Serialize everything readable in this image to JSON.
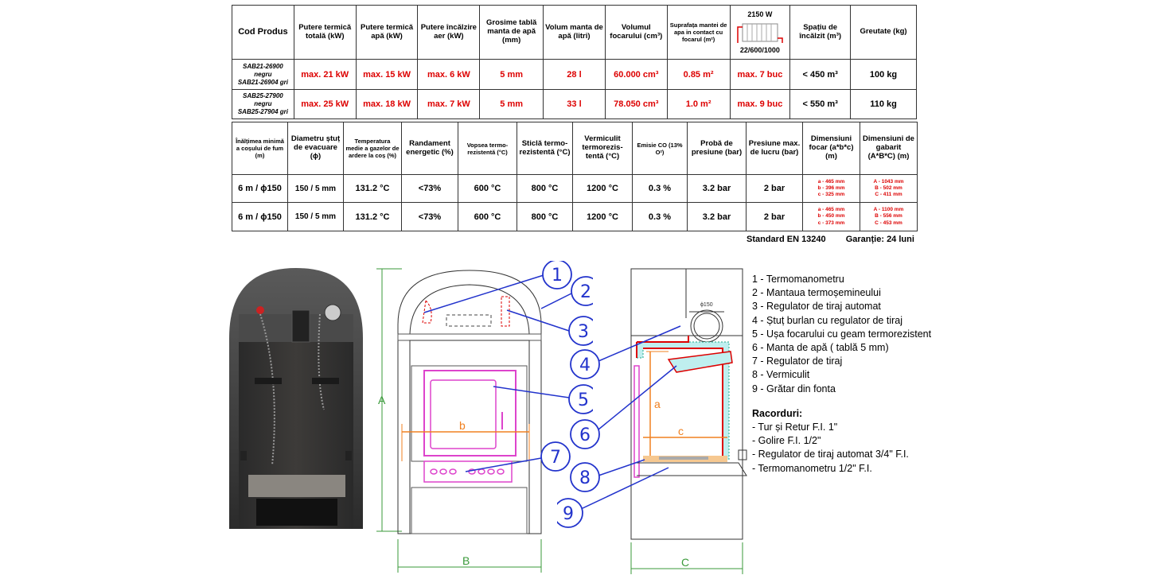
{
  "table1": {
    "headers": [
      "Cod Produs",
      "Putere termică totală (kW)",
      "Putere termică apă (kW)",
      "Putere încălzire aer (kW)",
      "Grosime tablă manta de apă (mm)",
      "Volum manta de apă (litri)",
      "Volumul focarului (cm³)",
      "Suprafața mantei de apa in contact cu focarul (m²)",
      "2150 W",
      "22/600/1000",
      "Spațiu de încălzit (m³)",
      "Greutate (kg)"
    ],
    "rows": [
      {
        "code1": "SAB21-26900 negru",
        "code2": "SAB21-26904 gri",
        "values": [
          "max. 21 kW",
          "max. 15 kW",
          "max. 6 kW",
          "5 mm",
          "28 l",
          "60.000 cm³",
          "0.85 m²",
          "max. 7 buc",
          "< 450 m³",
          "100 kg"
        ]
      },
      {
        "code1": "SAB25-27900 negru",
        "code2": "SAB25-27904 gri",
        "values": [
          "max. 25 kW",
          "max. 18 kW",
          "max. 7 kW",
          "5 mm",
          "33 l",
          "78.050 cm³",
          "1.0 m²",
          "max. 9 buc",
          "< 550 m³",
          "110 kg"
        ]
      }
    ]
  },
  "table2": {
    "headers": [
      "Înălțimea minimă a coșului de fum (m)",
      "Diametru ștuț de evacuare (ϕ)",
      "Temperatura medie a gazelor de ardere la coș (%)",
      "Randament energetic (%)",
      "Vopsea termo-rezistentă (°C)",
      "Sticlă termo-rezistentă (°C)",
      "Vermiculit termorezis-tentă (°C)",
      "Emisie CO (13% O²)",
      "Probă de presiune (bar)",
      "Presiune max. de lucru (bar)",
      "Dimensiuni focar (a*b*c) (m)",
      "Dimensiuni de gabarit (A*B*C) (m)"
    ],
    "rows": [
      {
        "values": [
          "6 m / ϕ150",
          "150 / 5 mm",
          "131.2 °C",
          "<73%",
          "600 °C",
          "800 °C",
          "1200 °C",
          "0.3 %",
          "3.2 bar",
          "2 bar"
        ],
        "focar": [
          "a - 465 mm",
          "b - 396 mm",
          "c - 325 mm"
        ],
        "gabarit": [
          "A - 1043 mm",
          "B - 502 mm",
          "C - 411 mm"
        ]
      },
      {
        "values": [
          "6 m / ϕ150",
          "150 / 5 mm",
          "131.2 °C",
          "<73%",
          "600 °C",
          "800 °C",
          "1200 °C",
          "0.3 %",
          "3.2 bar",
          "2 bar"
        ],
        "focar": [
          "a - 465 mm",
          "b - 450 mm",
          "c - 373 mm"
        ],
        "gabarit": [
          "A - 1100 mm",
          "B - 556 mm",
          "C - 453 mm"
        ]
      }
    ]
  },
  "footer": {
    "standard": "Standard EN 13240",
    "warranty": "Garanție: 24 luni"
  },
  "legend": {
    "items": [
      "1 - Termomanometru",
      "2 - Mantaua termoșemineului",
      "3 - Regulator de tiraj automat",
      "4 - Ștuț burlan cu regulator de tiraj",
      "5 - Ușa focarului cu geam termorezistent",
      "6 - Manta de apă ( tablă 5 mm)",
      "7 - Regulator de tiraj",
      "8 - Vermiculit",
      "9 - Grătar din fonta"
    ],
    "connections_title": "Racorduri:",
    "connections": [
      "- Tur și Retur F.I. 1\"",
      "- Golire F.I. 1/2\"",
      "- Regulator de tiraj automat 3/4\" F.I.",
      "- Termomanometru 1/2\" F.I."
    ]
  },
  "drawing": {
    "dim_A": "A",
    "dim_B": "B",
    "dim_C": "C",
    "dim_a": "a",
    "dim_b": "b",
    "dim_c": "c",
    "pipe": "ϕ150",
    "callouts": [
      "1",
      "2",
      "3",
      "4",
      "5",
      "6",
      "7",
      "8",
      "9"
    ]
  },
  "colors": {
    "red": "#d00000",
    "callout_blue": "#2233cc",
    "dim_green": "#3a9a3a",
    "dim_orange": "#f08020",
    "pink": "#dd44cc",
    "water_cyan": "#bfefef"
  }
}
